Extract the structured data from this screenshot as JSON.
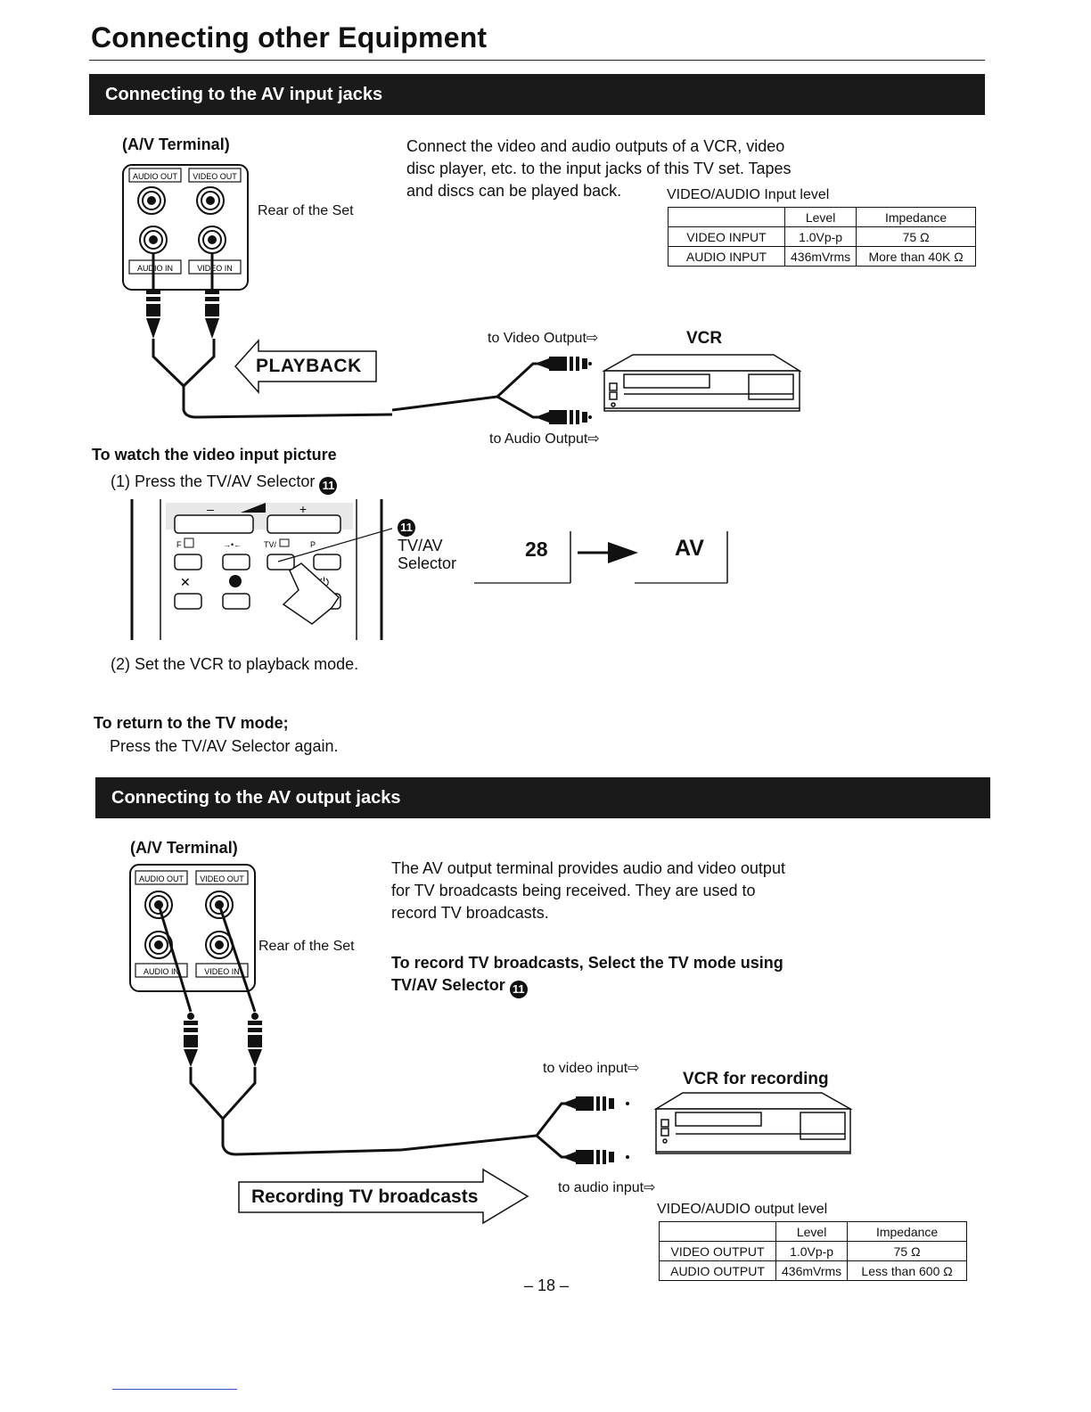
{
  "page": {
    "title": "Connecting other Equipment",
    "page_number": "– 18 –"
  },
  "input_section": {
    "header": "Connecting to the AV input jacks",
    "terminal_label": "(A/V Terminal)",
    "rear_label": "Rear of the Set",
    "jack_labels": {
      "audio_out": "AUDIO OUT",
      "video_out": "VIDEO OUT",
      "audio_in": "AUDIO IN",
      "video_in": "VIDEO IN"
    },
    "description": [
      "Connect the video and audio outputs of a VCR, video",
      "disc player, etc. to the input jacks of this TV set. Tapes",
      "and discs can be played back."
    ],
    "level_table": {
      "caption": "VIDEO/AUDIO Input level",
      "headers": [
        "",
        "Level",
        "Impedance"
      ],
      "rows": [
        [
          "VIDEO INPUT",
          "1.0Vp-p",
          "75 Ω"
        ],
        [
          "AUDIO INPUT",
          "436mVrms",
          "More than 40K Ω"
        ]
      ]
    },
    "playback_label": "PLAYBACK",
    "to_video_output": "to Video Output⇨",
    "to_audio_output": "to Audio Output⇨",
    "vcr_label": "VCR",
    "watch_heading": "To watch the video input picture",
    "step1": "(1) Press the TV/AV Selector",
    "ref_number": "11",
    "selector_label": [
      "TV/AV",
      "Selector"
    ],
    "remote_labels": {
      "minus": "–",
      "plus": "+",
      "f": "F",
      "tv_av": "TV/",
      "p": "P"
    },
    "channel_display": "28",
    "av_display": "AV",
    "step2": "(2) Set the VCR to playback mode.",
    "return_heading": "To return to the TV mode;",
    "return_text": "Press the TV/AV Selector again."
  },
  "output_section": {
    "header": "Connecting to the AV output jacks",
    "terminal_label": "(A/V Terminal)",
    "rear_label": "Rear of the Set",
    "jack_labels": {
      "audio_out": "AUDIO OUT",
      "video_out": "VIDEO OUT",
      "audio_in": "AUDIO IN",
      "video_in": "VIDEO IN"
    },
    "description": [
      "The AV output terminal provides audio and video output",
      "for TV broadcasts being received. They are used to",
      "record TV broadcasts."
    ],
    "record_instruction": [
      "To record TV broadcasts, Select the TV mode using",
      "TV/AV Selector"
    ],
    "to_video_input": "to video input⇨",
    "to_audio_input": "to audio input⇨",
    "vcr_label": "VCR for recording",
    "recording_label": "Recording TV broadcasts",
    "level_table": {
      "caption": "VIDEO/AUDIO output level",
      "headers": [
        "",
        "Level",
        "Impedance"
      ],
      "rows": [
        [
          "VIDEO OUTPUT",
          "1.0Vp-p",
          "75 Ω"
        ],
        [
          "AUDIO OUTPUT",
          "436mVrms",
          "Less than 600 Ω"
        ]
      ]
    }
  },
  "colors": {
    "bar": "#1a1a1a",
    "text": "#111111",
    "page": "#ffffff"
  }
}
